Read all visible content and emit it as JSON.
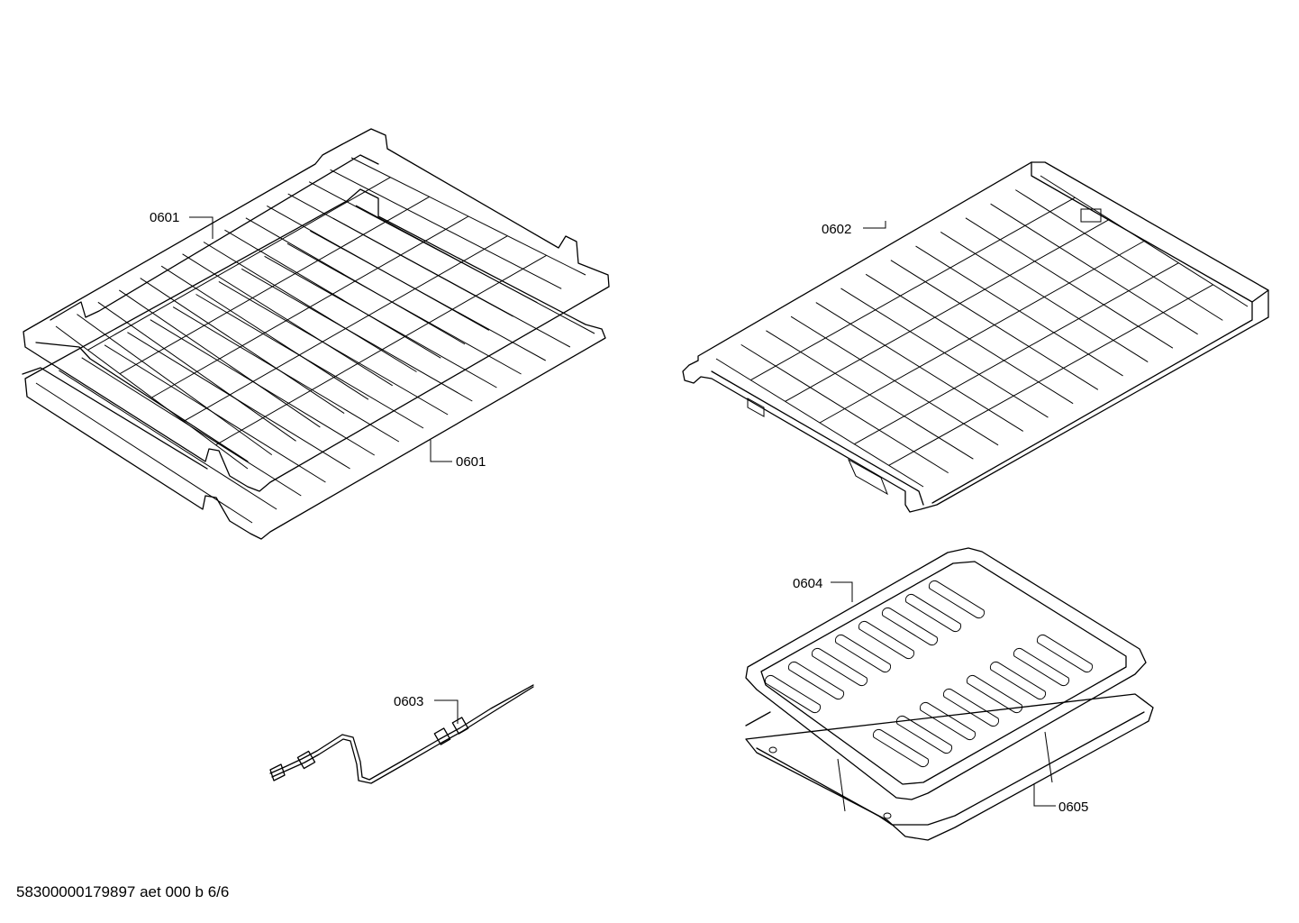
{
  "parts": [
    {
      "id": "wire-rack-1",
      "label": "0601"
    },
    {
      "id": "wire-rack-2",
      "label": "0601"
    },
    {
      "id": "sliding-rack",
      "label": "0602"
    },
    {
      "id": "meat-probe",
      "label": "0603"
    },
    {
      "id": "broil-pan-insert",
      "label": "0604"
    },
    {
      "id": "broil-pan-tray",
      "label": "0605"
    }
  ],
  "footer": {
    "drawing_code": "58300000179897 aet 000 b 6/6"
  }
}
